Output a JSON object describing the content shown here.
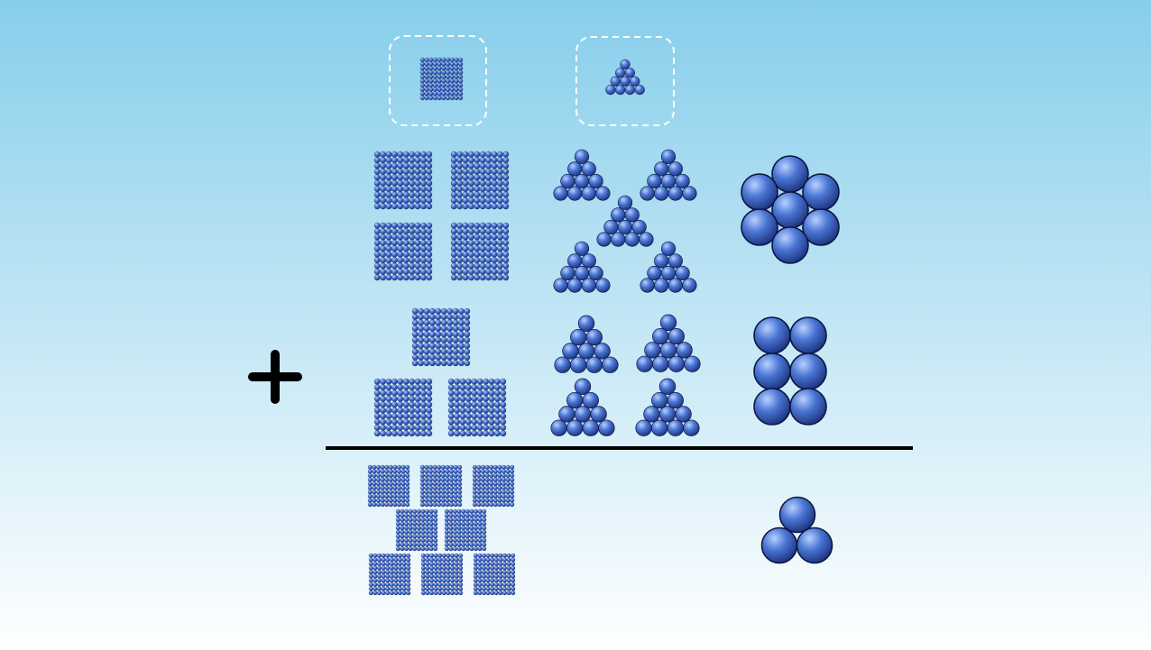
{
  "colors": {
    "background_top": "#87ceeb",
    "background_bottom": "#ffffff",
    "sphere_highlight": "#b9d0ff",
    "sphere_mid": "#4a76d4",
    "sphere_shadow": "#1c2f7a",
    "outline": "#0b1742",
    "dashed_box": "#ffffff",
    "plus_sign": "#000000",
    "divider": "#000000"
  },
  "diagram": {
    "operation": "addition",
    "operator_symbol": "plus",
    "units": [
      {
        "name": "hundred",
        "shape": "square-grid",
        "balls_per_unit": 100
      },
      {
        "name": "ten",
        "shape": "triangle",
        "balls_per_unit": 10
      },
      {
        "name": "one",
        "shape": "single-sphere",
        "balls_per_unit": 1
      }
    ],
    "key_units": [
      "hundred",
      "ten"
    ],
    "addend_1": {
      "hundreds": 4,
      "tens": 5,
      "ones": 7
    },
    "addend_2": {
      "hundreds": 3,
      "tens": 4,
      "ones": 6
    },
    "result": {
      "hundreds": 8,
      "tens": 0,
      "ones": 3
    }
  }
}
